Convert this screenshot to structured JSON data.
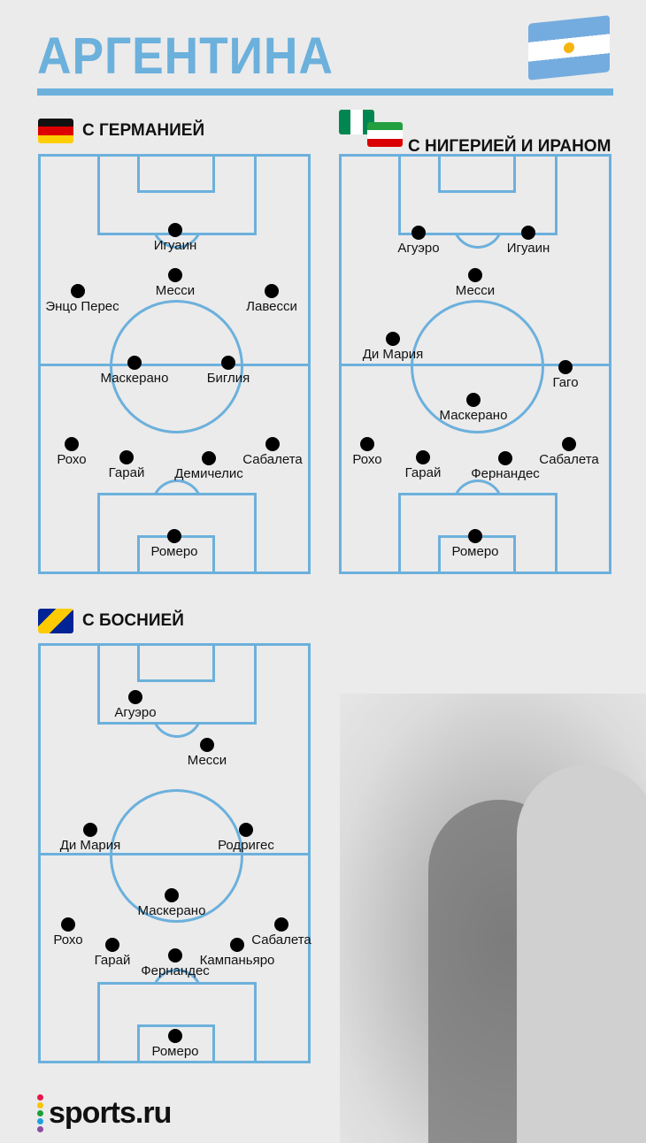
{
  "header": {
    "title": "АРГЕНТИНА",
    "flag": "argentina-flag"
  },
  "sections": [
    {
      "title": "С ГЕРМАНИЕЙ",
      "flags": [
        "germany-flag"
      ],
      "players": [
        "Игуаин",
        "Месси",
        "Энцо Перес",
        "Лавесси",
        "Маскерано",
        "Биглия",
        "Рохо",
        "Гарай",
        "Демичелис",
        "Сабалета",
        "Ромеро"
      ]
    },
    {
      "title": "С НИГЕРИЕЙ И ИРАНОМ",
      "flags": [
        "nigeria-flag",
        "iran-flag"
      ],
      "players": [
        "Агуэро",
        "Игуаин",
        "Месси",
        "Ди Мария",
        "Гаго",
        "Маскерано",
        "Рохо",
        "Гарай",
        "Фернандес",
        "Сабалета",
        "Ромеро"
      ]
    },
    {
      "title": "С БОСНИЕЙ",
      "flags": [
        "bosnia-flag"
      ],
      "players": [
        "Агуэро",
        "Месси",
        "Ди Мария",
        "Родригес",
        "Маскерано",
        "Рохо",
        "Гарай",
        "Фернандес",
        "Кампаньяро",
        "Сабалета",
        "Ромеро"
      ]
    }
  ],
  "footer": {
    "logo": "sports.ru",
    "dot_colors": [
      "#e5194b",
      "#f7c600",
      "#1aa037",
      "#1ea0e0",
      "#8b4ea0"
    ]
  },
  "colors": {
    "accent": "#6cb0dc",
    "background": "#ebebeb"
  }
}
